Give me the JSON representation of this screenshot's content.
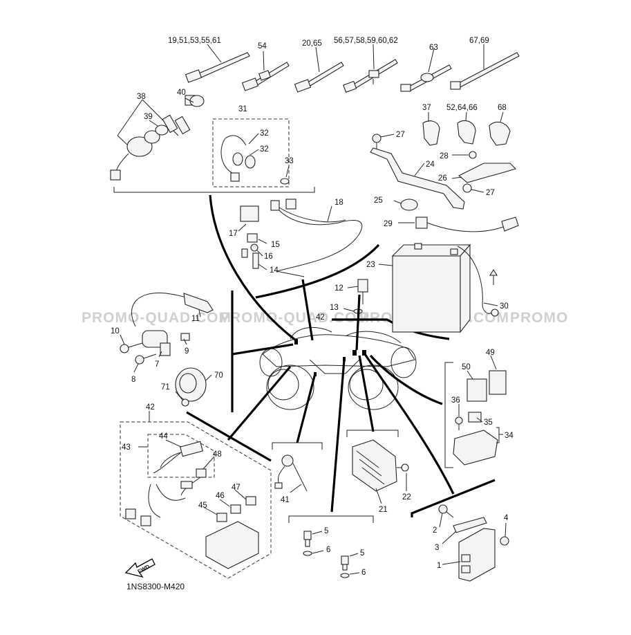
{
  "diagram": {
    "code": "1NS8300-M420",
    "fwd_label": "FWD",
    "watermark": [
      "PROMO-QUAD.COM",
      "PROMO-QUAD.COM",
      "PROMO-QUAD.COM",
      "PROMO"
    ],
    "callouts": {
      "c1": "1",
      "c2": "2",
      "c3": "3",
      "c4": "4",
      "c5a": "5",
      "c5b": "5",
      "c6a": "6",
      "c6b": "6",
      "c7": "7",
      "c8": "8",
      "c9": "9",
      "c10": "10",
      "c11": "11",
      "c12": "12",
      "c13": "13",
      "c14": "14",
      "c15": "15",
      "c16": "16",
      "c17": "17",
      "c18": "18",
      "c19": "19,51,53,55,61",
      "c20": "20,65",
      "c21": "21",
      "c22": "22",
      "c23": "23",
      "c24": "24",
      "c25": "25",
      "c26": "26",
      "c27a": "27",
      "c27b": "27",
      "c28": "28",
      "c29": "29",
      "c30": "30",
      "c31": "31",
      "c32a": "32",
      "c32b": "32",
      "c33": "33",
      "c34": "34",
      "c35": "35",
      "c36": "36",
      "c37": "37",
      "c38": "38",
      "c39": "39",
      "c40": "40",
      "c41": "41",
      "c42a": "42",
      "c42b": "42",
      "c43": "43",
      "c44": "44",
      "c45": "45",
      "c46": "46",
      "c47": "47",
      "c48": "48",
      "c49": "49",
      "c50": "50",
      "c52": "52,64,66",
      "c54": "54",
      "c56": "56,57,58,59,60,62",
      "c63": "63",
      "c67": "67,69",
      "c68": "68",
      "c70": "70",
      "c71": "71"
    }
  }
}
